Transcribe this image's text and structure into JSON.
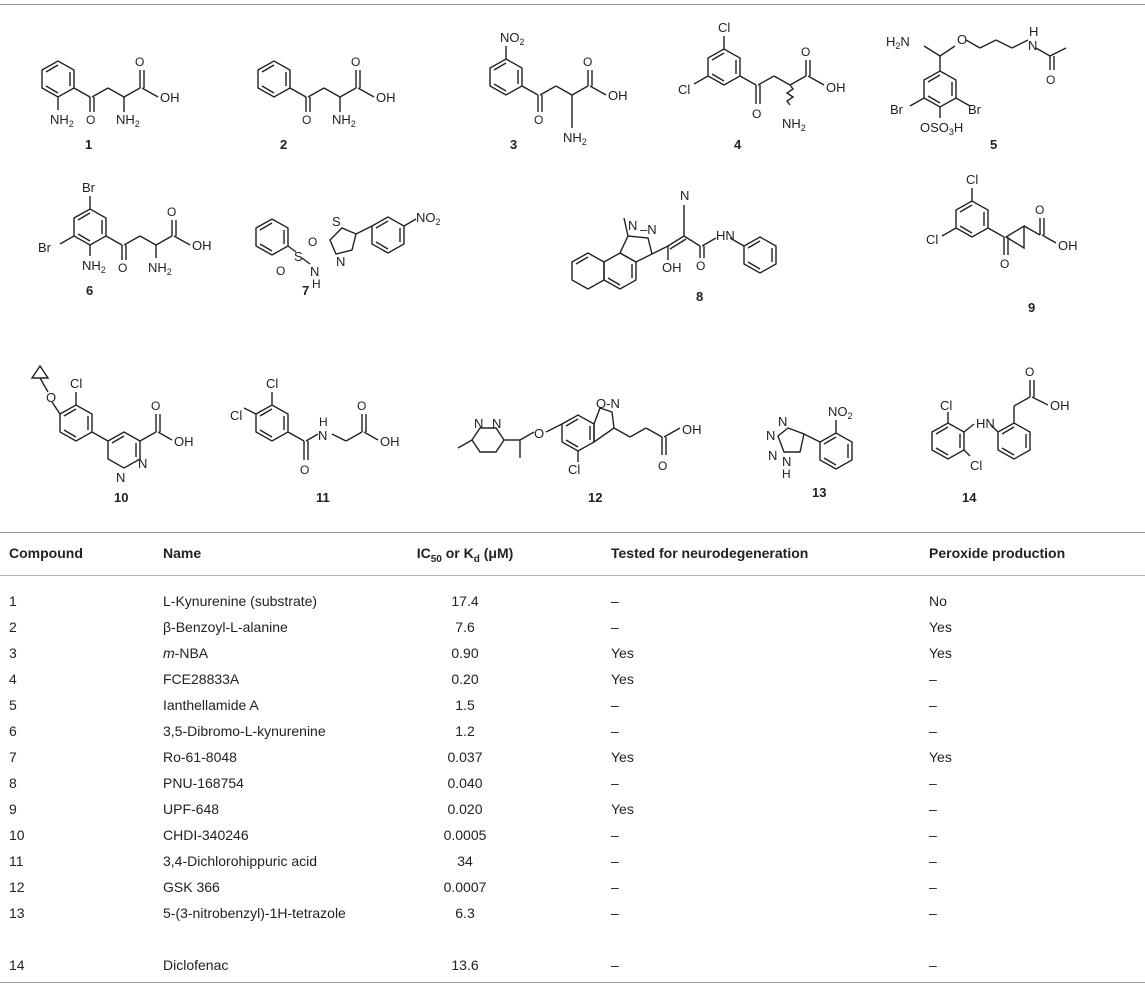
{
  "compound_labels": [
    "1",
    "2",
    "3",
    "4",
    "5",
    "6",
    "7",
    "8",
    "9",
    "10",
    "11",
    "12",
    "13",
    "14"
  ],
  "structure_text": {
    "c1": {
      "nh2a": "NH",
      "oh": "OH",
      "nh2b": "NH"
    },
    "c2": {
      "oh": "OH",
      "nh2": "NH"
    },
    "c3": {
      "no2": "NO",
      "oh": "OH",
      "nh2": "NH"
    },
    "c4": {
      "cl1": "Cl",
      "cl2": "Cl",
      "oh": "OH",
      "nh2": "NH"
    },
    "c5": {
      "h2n": "H",
      "o": "O",
      "n": "N",
      "h": "H",
      "br1": "Br",
      "br2": "Br",
      "oso": "OSO",
      "o3h": "H",
      "oket": "O"
    },
    "c6": {
      "br1": "Br",
      "br2": "Br",
      "nh2a": "NH",
      "oh": "OH",
      "nh2b": "NH"
    },
    "c7": {
      "s": "S",
      "o1": "O",
      "o2": "O",
      "n1": "N",
      "n2": "N",
      "h": "H",
      "sring": "S",
      "no2": "NO"
    },
    "c8": {
      "n1": "N",
      "n2": "N",
      "cn": "N",
      "oh": "OH",
      "o": "O",
      "nh": "N",
      "h": "H"
    },
    "c9": {
      "cl1": "Cl",
      "cl2": "Cl",
      "o": "O",
      "oh": "OH"
    },
    "c10": {
      "o": "O",
      "cl": "Cl",
      "n1": "N",
      "n2": "N",
      "oh": "OH",
      "ocarb": "O"
    },
    "c11": {
      "cl1": "Cl",
      "cl2": "Cl",
      "n": "N",
      "h": "H",
      "o": "O",
      "oh": "OH",
      "oc": "O"
    },
    "c12": {
      "n1": "N",
      "n2": "N",
      "o": "O",
      "on": "O-N",
      "cl": "Cl",
      "oh": "OH",
      "oc": "O"
    },
    "c13": {
      "n1": "N",
      "n2": "N",
      "n3": "N",
      "nh": "N",
      "h": "H",
      "no2": "NO"
    },
    "c14": {
      "cl1": "Cl",
      "cl2": "Cl",
      "n": "N",
      "h": "H",
      "o": "O",
      "oh": "OH"
    }
  },
  "table": {
    "headers": [
      "Compound",
      "Name",
      "IC50 or Kd (μM)",
      "Tested for neurodegeneration",
      "Peroxide production"
    ],
    "header_ic": {
      "main": "IC",
      "sub1": "50",
      "or": " or K",
      "sub2": "d",
      "unit": " (μM)"
    },
    "rows": [
      {
        "compound": "1",
        "name": "L-Kynurenine (substrate)",
        "ic": "17.4",
        "tested": "–",
        "peroxide": "No"
      },
      {
        "compound": "2",
        "name": "β-Benzoyl-L-alanine",
        "ic": "7.6",
        "tested": "–",
        "peroxide": "Yes"
      },
      {
        "compound": "3",
        "name": "m-NBA",
        "ic": "0.90",
        "tested": "Yes",
        "peroxide": "Yes"
      },
      {
        "compound": "4",
        "name": "FCE28833A",
        "ic": "0.20",
        "tested": "Yes",
        "peroxide": "–"
      },
      {
        "compound": "5",
        "name": "Ianthellamide A",
        "ic": "1.5",
        "tested": "–",
        "peroxide": "–"
      },
      {
        "compound": "6",
        "name": "3,5-Dibromo-L-kynurenine",
        "ic": "1.2",
        "tested": "–",
        "peroxide": "–"
      },
      {
        "compound": "7",
        "name": "Ro-61-8048",
        "ic": "0.037",
        "tested": "Yes",
        "peroxide": "Yes"
      },
      {
        "compound": "8",
        "name": "PNU-168754",
        "ic": "0.040",
        "tested": "–",
        "peroxide": "–"
      },
      {
        "compound": "9",
        "name": "UPF-648",
        "ic": "0.020",
        "tested": "Yes",
        "peroxide": "–"
      },
      {
        "compound": "10",
        "name": "CHDI-340246",
        "ic": "0.0005",
        "tested": "–",
        "peroxide": "–"
      },
      {
        "compound": "11",
        "name": "3,4-Dichlorohippuric acid",
        "ic": "34",
        "tested": "–",
        "peroxide": "–"
      },
      {
        "compound": "12",
        "name": "GSK 366",
        "ic": "0.0007",
        "tested": "–",
        "peroxide": "–"
      },
      {
        "compound": "13",
        "name": "5-(3-nitrobenzyl)-1H-tetrazole",
        "ic": "6.3",
        "tested": "–",
        "peroxide": "–"
      },
      {
        "compound": "14",
        "name": "Diclofenac",
        "ic": "13.6",
        "tested": "–",
        "peroxide": "–"
      }
    ]
  }
}
